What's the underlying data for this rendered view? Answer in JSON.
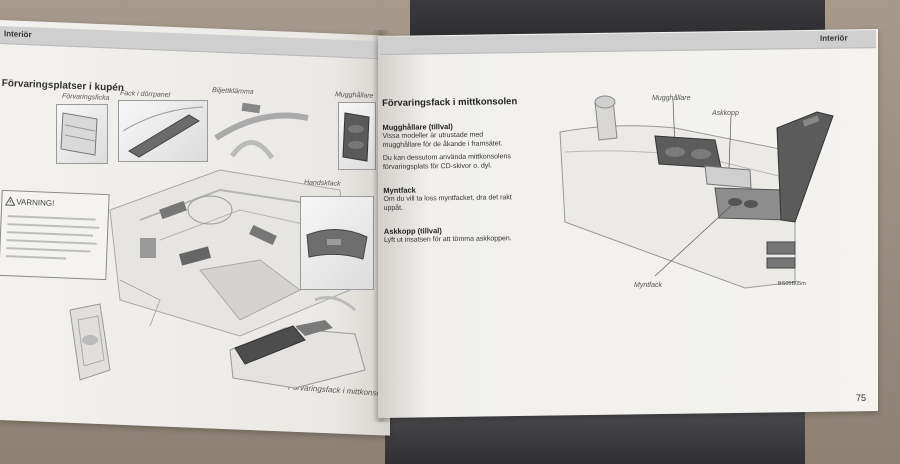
{
  "left_page": {
    "header": "Interiör",
    "title": "Förvaringsplatser i kupén",
    "labels": {
      "forvaringsficka": "Förvaringsficka",
      "fack_dorrpanel": "Fack i dörrpanel",
      "biljettklamma": "Biljettklämma",
      "mugghallare": "Mugghållare",
      "handskfack": "Handskfack",
      "forvaringsfack_mittkonsolen": "Förvaringsfack i mittkonsolen"
    },
    "warning_title": "VARNING!"
  },
  "right_page": {
    "header": "Interiör",
    "section_title": "Förvaringsfack i mittkonsolen",
    "mugghallare_heading": "Mugghållare (tillval)",
    "mugghallare_text_1": "Vissa modeller är utrustade med mugghållare för de åkande i framsätet.",
    "mugghallare_text_2": "Du kan dessutom använda mittkonsolens förvaringsplats för CD-skivor o. dyl.",
    "myntfack_heading": "Myntfack",
    "myntfack_text": "Om du vill ta loss myntfacket, dra det rakt uppåt.",
    "askkopp_heading": "Askkopp (tillval)",
    "askkopp_text": "Lyft ut insatsen för att tömma askkoppen.",
    "diagram_labels": {
      "mugghallare": "Mugghållare",
      "askkopp": "Askkopp",
      "myntfack": "Myntfack",
      "code": "BS05B05m"
    },
    "page_number": "75"
  }
}
